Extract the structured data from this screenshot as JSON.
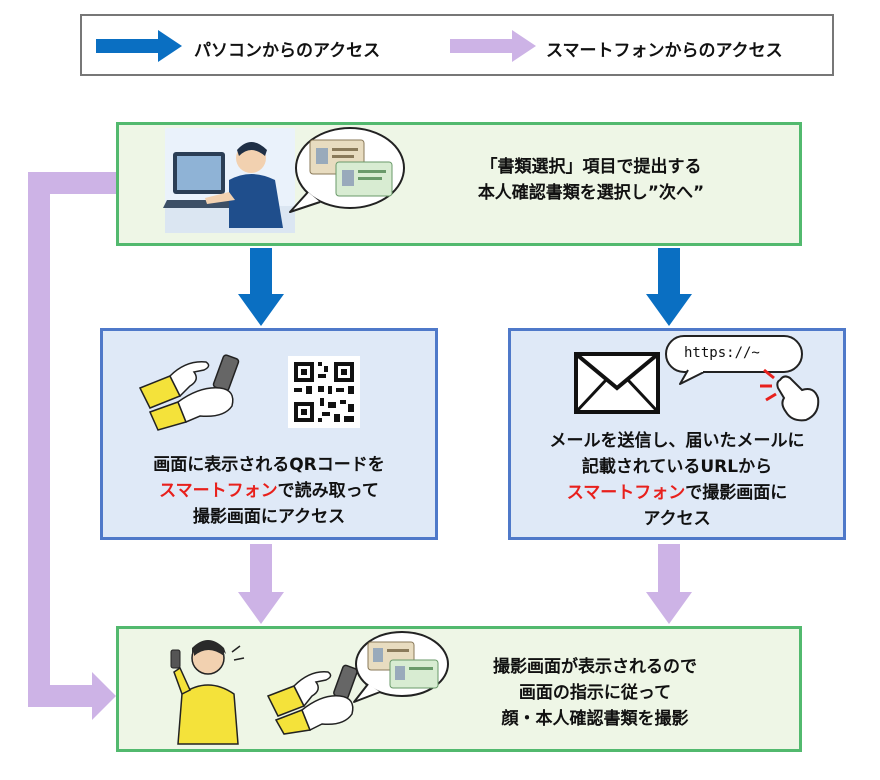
{
  "legend": {
    "pc_label": "パソコンからのアクセス",
    "sp_label": "スマートフォンからのアクセス"
  },
  "colors": {
    "pc_arrow": "#0a6fc2",
    "sp_arrow": "#cdb3e6",
    "green_border": "#52b96e",
    "blue_border": "#4f79c9",
    "highlight": "#e8201c"
  },
  "step_top": {
    "line1": "「書類選択」項目で提出する",
    "line2": "本人確認書類を選択し”次へ”"
  },
  "step_left": {
    "line1": "画面に表示されるQRコードを",
    "line2_highlight": "スマートフォン",
    "line2_rest": "で読み取って",
    "line3": "撮影画面にアクセス"
  },
  "step_right": {
    "bubble_text": "https://~",
    "line1": "メールを送信し、届いたメールに",
    "line2": "記載されているURLから",
    "line3_highlight": "スマートフォン",
    "line3_rest": "で撮影画面に",
    "line4": "アクセス"
  },
  "step_bottom": {
    "line1": "撮影画面が表示されるので",
    "line2": "画面の指示に従って",
    "line3": "顔・本人確認書類を撮影"
  }
}
